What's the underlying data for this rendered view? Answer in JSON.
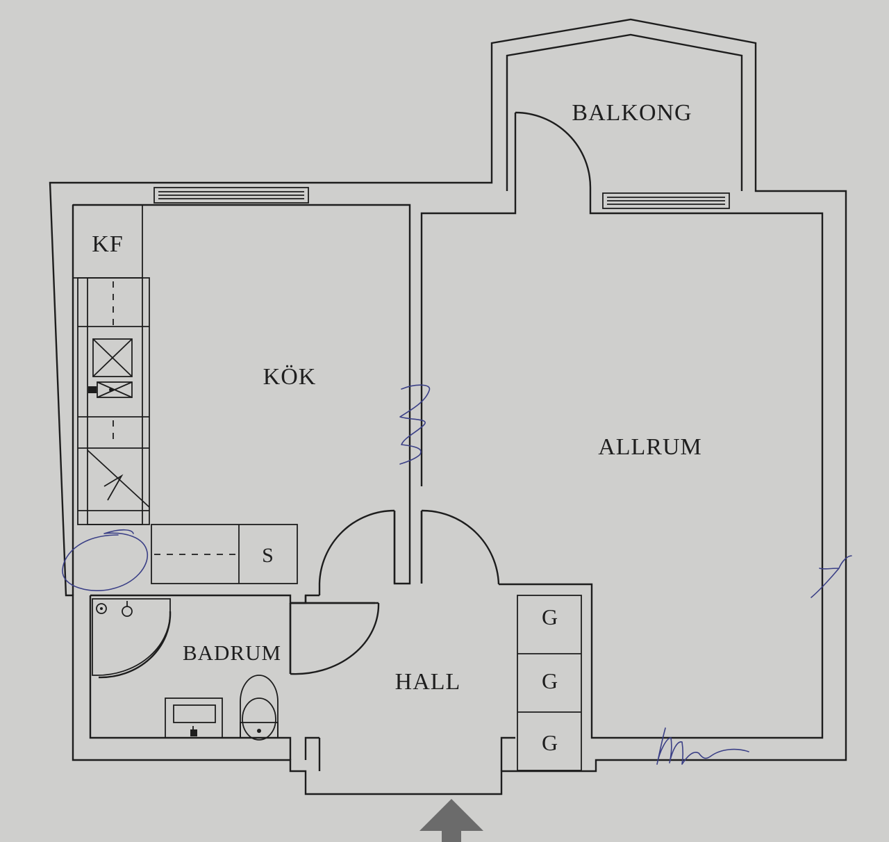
{
  "rooms": {
    "balkong": "BALKONG",
    "kok": "KÖK",
    "allrum": "ALLRUM",
    "badrum": "BADRUM",
    "hall": "HALL",
    "kf": "KF",
    "s": "S",
    "g": [
      "G",
      "G",
      "G"
    ]
  },
  "colors": {
    "paper": "#cfcfcd",
    "line": "#1d1d1d",
    "pen": "#3a3f86",
    "arrow": "#6b6b6b"
  },
  "icons": [
    "stove-icon",
    "sink-icon",
    "toilet-icon",
    "shower-icon",
    "entrance-arrow-icon"
  ]
}
